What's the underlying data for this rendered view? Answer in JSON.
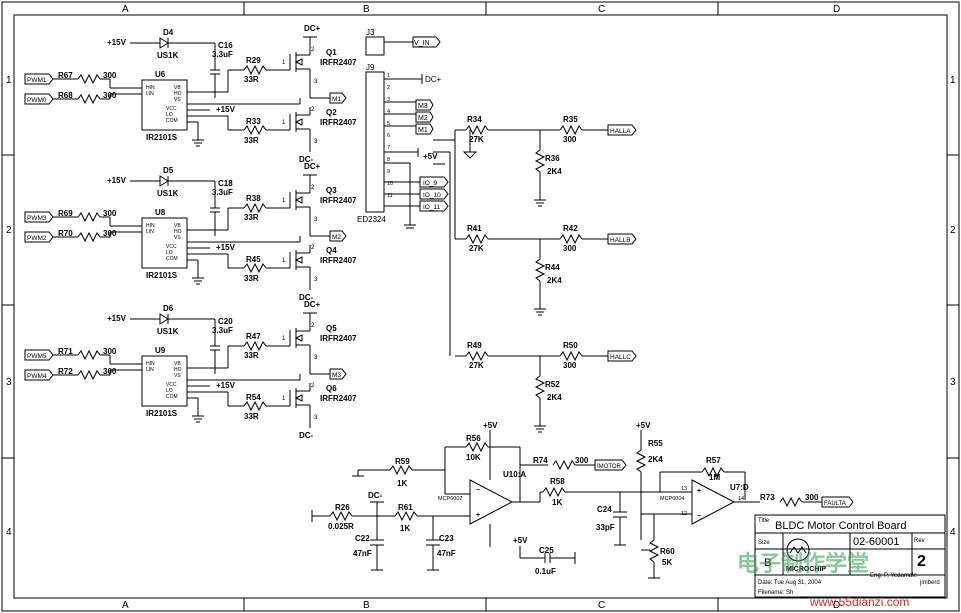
{
  "border": {
    "cols_top": [
      "A",
      "B",
      "C",
      "D"
    ],
    "cols_bottom": [
      "A",
      "B",
      "C",
      "D"
    ],
    "rows_left": [
      "1",
      "2",
      "3",
      "4"
    ],
    "rows_right": [
      "1",
      "2",
      "3",
      "4"
    ]
  },
  "drivers": [
    {
      "diode": "D4",
      "diode_type": "US1K",
      "supply": "+15V",
      "cap": "C16",
      "cap_val": "3.3uF",
      "ic": "U6",
      "ic_type": "IR2101S",
      "ic_vcc": "+15V",
      "r_in_a": "R67",
      "r_in_a_val": "300",
      "r_in_b": "R68",
      "r_in_b_val": "300",
      "pin_a": "PWM1",
      "pin_b": "PWM0",
      "r_hi": "R29",
      "r_hi_val": "33R",
      "r_lo": "R33",
      "r_lo_val": "33R",
      "q_hi": "Q1",
      "q_hi_type": "IRFR2407",
      "q_lo": "Q2",
      "q_lo_type": "IRFR2407",
      "out": "M1",
      "dcp": "DC+",
      "dcm": "DC-"
    },
    {
      "diode": "D5",
      "diode_type": "US1K",
      "supply": "+15V",
      "cap": "C18",
      "cap_val": "3.3uF",
      "ic": "U8",
      "ic_type": "IR2101S",
      "ic_vcc": "+15V",
      "r_in_a": "R69",
      "r_in_a_val": "300",
      "r_in_b": "R70",
      "r_in_b_val": "300",
      "pin_a": "PWM3",
      "pin_b": "PWM2",
      "r_hi": "R38",
      "r_hi_val": "33R",
      "r_lo": "R45",
      "r_lo_val": "33R",
      "q_hi": "Q3",
      "q_hi_type": "IRFR2407",
      "q_lo": "Q4",
      "q_lo_type": "IRFR2407",
      "out": "M2",
      "dcp": "DC+",
      "dcm": "DC-"
    },
    {
      "diode": "D6",
      "diode_type": "US1K",
      "supply": "+15V",
      "cap": "C20",
      "cap_val": "3.3uF",
      "ic": "U9",
      "ic_type": "IR2101S",
      "ic_vcc": "+15V",
      "r_in_a": "R71",
      "r_in_a_val": "300",
      "r_in_b": "R72",
      "r_in_b_val": "300",
      "pin_a": "PWM5",
      "pin_b": "PWM4",
      "r_hi": "R47",
      "r_hi_val": "33R",
      "r_lo": "R54",
      "r_lo_val": "33R",
      "q_hi": "Q5",
      "q_hi_type": "IRFR2407",
      "q_lo": "Q6",
      "q_lo_type": "IRFR2407",
      "out": "M3",
      "dcp": "DC+",
      "dcm": "DC-"
    }
  ],
  "connector": {
    "j3": "J3",
    "j9": "J9",
    "part": "ED2324",
    "vin": "V_IN",
    "dcp": "DC+",
    "p5v": "+5V",
    "m_labels": [
      "M3",
      "M2",
      "M1"
    ],
    "io": [
      "IO_9",
      "IO_10",
      "IO_11"
    ]
  },
  "hall": [
    {
      "r1": "R34",
      "r1_val": "27K",
      "r2": "R35",
      "r2_val": "300",
      "r3": "R36",
      "r3_val": "2K4",
      "out": "HALLA"
    },
    {
      "r1": "R41",
      "r1_val": "27K",
      "r2": "R42",
      "r2_val": "300",
      "r3": "R44",
      "r3_val": "2K4",
      "out": "HALLB"
    },
    {
      "r1": "R49",
      "r1_val": "27K",
      "r2": "R50",
      "r2_val": "300",
      "r3": "R52",
      "r3_val": "2K4",
      "out": "HALLC"
    }
  ],
  "current_sense": {
    "p5v": "+5V",
    "r56": "R56",
    "r56_val": "10K",
    "u10a": "U10:A",
    "r74": "R74",
    "r74_val": "300",
    "imotor": "IMOTOR",
    "r59": "R59",
    "r59_val": "1K",
    "r26": "R26",
    "r26_val": "0.025R",
    "dcm": "DC-",
    "r61": "R61",
    "r61_val": "1K",
    "c22": "C22",
    "c22_val": "47nF",
    "c23": "C23",
    "c23_val": "47nF",
    "opamp_a": "MCP6002",
    "r58": "R58",
    "r58_val": "1K",
    "c24": "C24",
    "c24_val": "33pF",
    "c25_p5v": "+5V",
    "c25": "C25",
    "c25_val": "0.1uF"
  },
  "fault": {
    "p5v": "+5V",
    "r55": "R55",
    "r55_val": "2K4",
    "r57": "R57",
    "r57_val": "1M",
    "u7d": "U7:D",
    "opamp": "MCP6004",
    "pin13": "13",
    "pin12": "12",
    "pin14": "14",
    "r73": "R73",
    "r73_val": "300",
    "out": "FAULTA",
    "r60": "R60",
    "r60_val": "5K"
  },
  "title_block": {
    "title_lbl": "Title",
    "title": "BLDC  Motor Control Board",
    "size_lbl": "Size",
    "size": "B",
    "number": "02-60001",
    "rev_lbl": "Rev",
    "rev": "2",
    "company": "MICROCHIP",
    "date": "Date: Tue Aug 31, 2004",
    "eng": "Eng: P. Yedamale",
    "sheet": "Filename: Sh",
    "drawn": "jimberd"
  },
  "watermark": {
    "cn": "电子制作学堂",
    "url": "www.55dianzi.com"
  },
  "colors": {
    "ink": "#000000",
    "watermark": "#2e9a4a",
    "url": "#d8262a",
    "bg": "#ffffff"
  }
}
